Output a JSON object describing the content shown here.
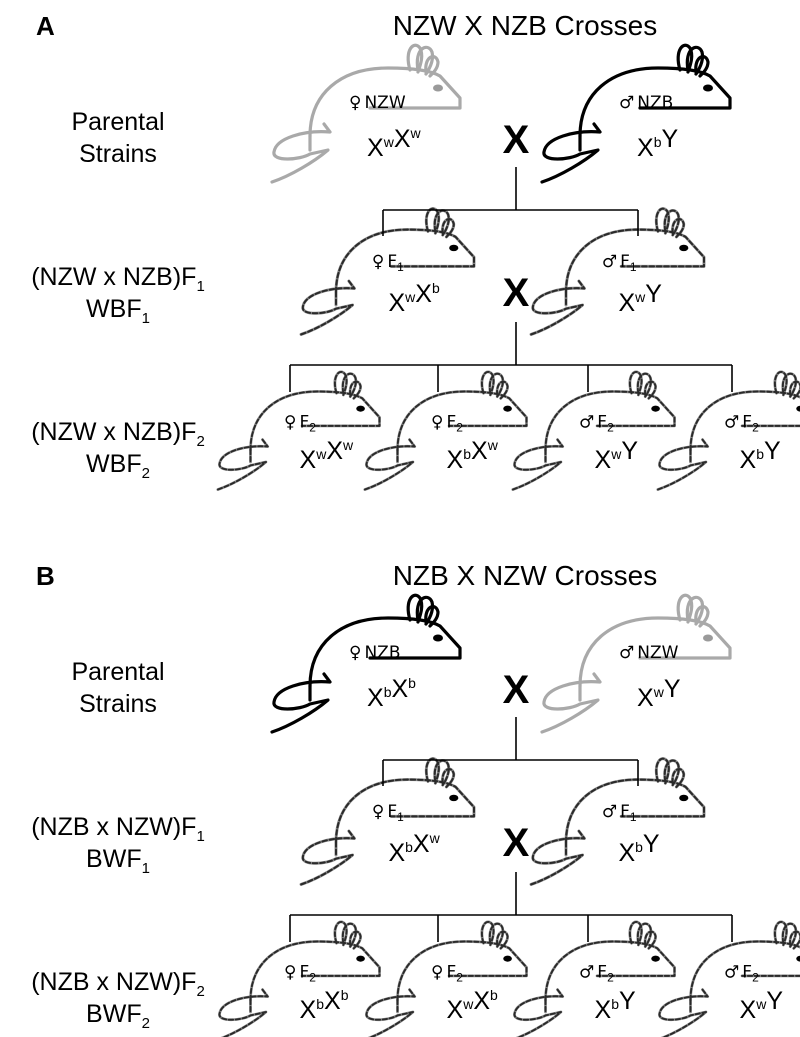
{
  "panels": [
    {
      "letter": "A",
      "title": "NZW X NZB Crosses",
      "cross_symbol": "X",
      "rows": [
        {
          "line1": "Parental",
          "line2": "Strains",
          "line2_sub": ""
        },
        {
          "line1": "(NZW x NZB)F",
          "line1_sub": "1",
          "line2": "WBF",
          "line2_sub": "1"
        },
        {
          "line1": "(NZW x NZB)F",
          "line1_sub": "2",
          "line2": "WBF",
          "line2_sub": "2"
        }
      ],
      "parents": [
        {
          "sex": "♀",
          "label": "NZW",
          "label_sub": "",
          "genotype": [
            [
              "X",
              "w"
            ],
            [
              "X",
              "w"
            ]
          ],
          "coat": "white"
        },
        {
          "sex": "♂",
          "label": "NZB",
          "label_sub": "",
          "genotype": [
            [
              "X",
              "b"
            ],
            [
              "Y",
              ""
            ]
          ],
          "coat": "black"
        }
      ],
      "f1": [
        {
          "sex": "♀",
          "label": "F",
          "label_sub": "1",
          "genotype": [
            [
              "X",
              "w"
            ],
            [
              "X",
              "b"
            ]
          ],
          "coat": "hybrid"
        },
        {
          "sex": "♂",
          "label": "F",
          "label_sub": "1",
          "genotype": [
            [
              "X",
              "w"
            ],
            [
              "Y",
              ""
            ]
          ],
          "coat": "hybrid"
        }
      ],
      "f2": [
        {
          "sex": "♀",
          "label": "F",
          "label_sub": "2",
          "genotype": [
            [
              "X",
              "w"
            ],
            [
              "X",
              "w"
            ]
          ],
          "coat": "hybrid"
        },
        {
          "sex": "♀",
          "label": "F",
          "label_sub": "2",
          "genotype": [
            [
              "X",
              "b"
            ],
            [
              "X",
              "w"
            ]
          ],
          "coat": "hybrid"
        },
        {
          "sex": "♂",
          "label": "F",
          "label_sub": "2",
          "genotype": [
            [
              "X",
              "w"
            ],
            [
              "Y",
              ""
            ]
          ],
          "coat": "hybrid"
        },
        {
          "sex": "♂",
          "label": "F",
          "label_sub": "2",
          "genotype": [
            [
              "X",
              "b"
            ],
            [
              "Y",
              ""
            ]
          ],
          "coat": "hybrid"
        }
      ]
    },
    {
      "letter": "B",
      "title": "NZB X NZW Crosses",
      "cross_symbol": "X",
      "rows": [
        {
          "line1": "Parental",
          "line2": "Strains",
          "line2_sub": ""
        },
        {
          "line1": "(NZB x NZW)F",
          "line1_sub": "1",
          "line2": "BWF",
          "line2_sub": "1"
        },
        {
          "line1": "(NZB x NZW)F",
          "line1_sub": "2",
          "line2": "BWF",
          "line2_sub": "2"
        }
      ],
      "parents": [
        {
          "sex": "♀",
          "label": "NZB",
          "label_sub": "",
          "genotype": [
            [
              "X",
              "b"
            ],
            [
              "X",
              "b"
            ]
          ],
          "coat": "black"
        },
        {
          "sex": "♂",
          "label": "NZW",
          "label_sub": "",
          "genotype": [
            [
              "X",
              "w"
            ],
            [
              "Y",
              ""
            ]
          ],
          "coat": "white"
        }
      ],
      "f1": [
        {
          "sex": "♀",
          "label": "F",
          "label_sub": "1",
          "genotype": [
            [
              "X",
              "b"
            ],
            [
              "X",
              "w"
            ]
          ],
          "coat": "hybrid"
        },
        {
          "sex": "♂",
          "label": "F",
          "label_sub": "1",
          "genotype": [
            [
              "X",
              "b"
            ],
            [
              "Y",
              ""
            ]
          ],
          "coat": "hybrid"
        }
      ],
      "f2": [
        {
          "sex": "♀",
          "label": "F",
          "label_sub": "2",
          "genotype": [
            [
              "X",
              "b"
            ],
            [
              "X",
              "b"
            ]
          ],
          "coat": "hybrid"
        },
        {
          "sex": "♀",
          "label": "F",
          "label_sub": "2",
          "genotype": [
            [
              "X",
              "w"
            ],
            [
              "X",
              "b"
            ]
          ],
          "coat": "hybrid"
        },
        {
          "sex": "♂",
          "label": "F",
          "label_sub": "2",
          "genotype": [
            [
              "X",
              "b"
            ],
            [
              "Y",
              ""
            ]
          ],
          "coat": "hybrid"
        },
        {
          "sex": "♂",
          "label": "F",
          "label_sub": "2",
          "genotype": [
            [
              "X",
              "w"
            ],
            [
              "Y",
              ""
            ]
          ],
          "coat": "hybrid"
        }
      ]
    }
  ],
  "colors": {
    "white_strain": "#a9a9a9",
    "black_strain": "#000000",
    "hybrid": "#8c8c8c",
    "hybrid_dash": "#2a2a2a",
    "lines": "#000000"
  }
}
